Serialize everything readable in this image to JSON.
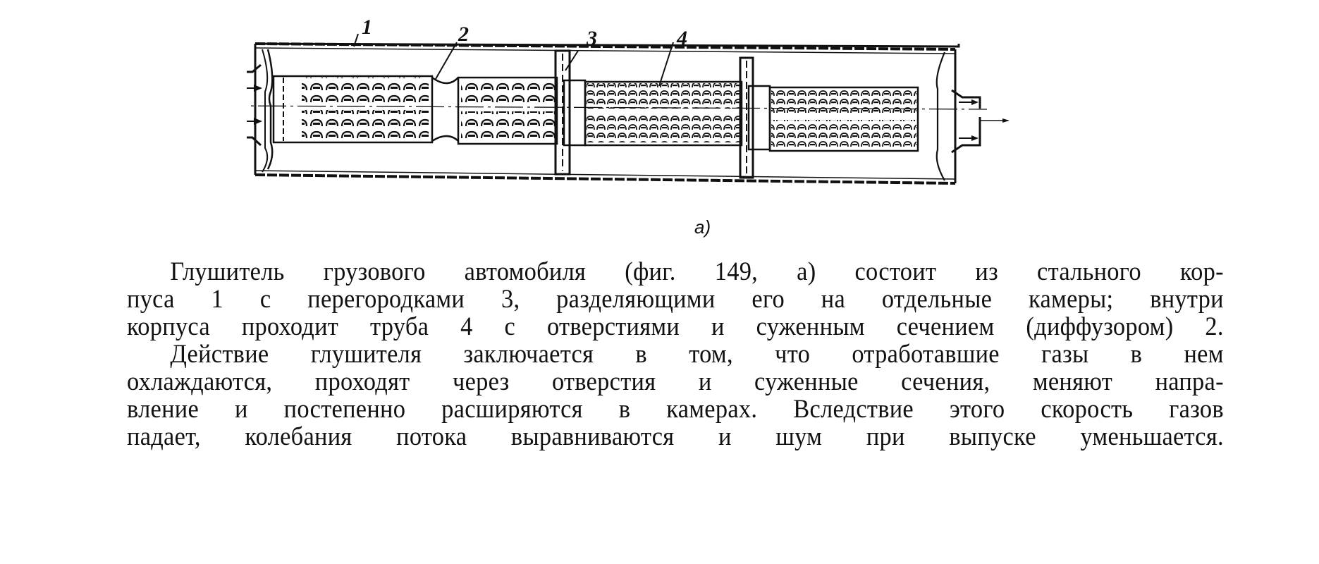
{
  "figure": {
    "caption": "а)",
    "callouts": [
      {
        "label": "1",
        "meaning": "стальной корпус"
      },
      {
        "label": "2",
        "meaning": "диффузор"
      },
      {
        "label": "3",
        "meaning": "перегородка"
      },
      {
        "label": "4",
        "meaning": "труба с отверстиями"
      }
    ]
  },
  "paragraphs": [
    {
      "lines": [
        "Глушитель грузового автомобиля (фиг. 149, а) состоит из стального кор-",
        "пуса 1 с перегородками 3, разделяющими его на отдельные камеры; внутри",
        "корпуса проходит труба 4 с отверстиями и суженным сечением (диффузором) 2."
      ]
    },
    {
      "lines": [
        "Действие глушителя заключается в том, что отработавшие газы в нем",
        "охлаждаются, проходят через отверстия и суженные сечения, меняют напра-",
        "вление и постепенно расширяются в камерах. Вследствие этого скорость газов",
        "падает, колебания потока выравниваются и шум при выпуске уменьшается."
      ]
    }
  ]
}
